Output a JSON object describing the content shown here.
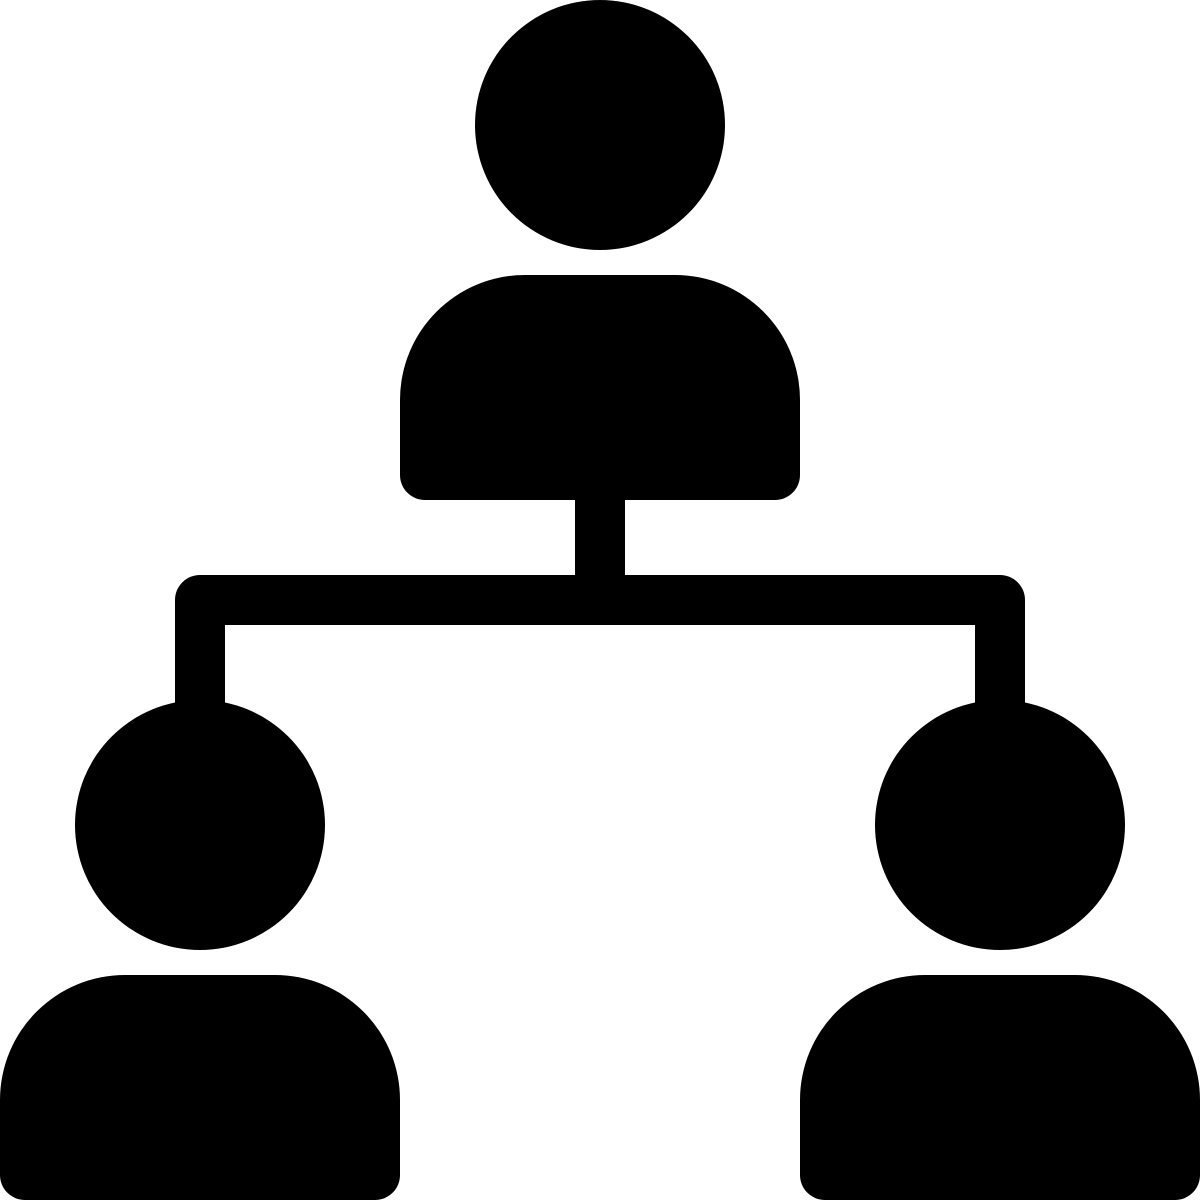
{
  "icon": {
    "name": "hierarchy-icon",
    "fill_color": "#000000",
    "background_color": "#ffffff",
    "people": [
      {
        "role": "top",
        "icon": "person-icon"
      },
      {
        "role": "bottom-left",
        "icon": "person-icon"
      },
      {
        "role": "bottom-right",
        "icon": "person-icon"
      }
    ],
    "connector_icon": "org-chart-connector"
  }
}
